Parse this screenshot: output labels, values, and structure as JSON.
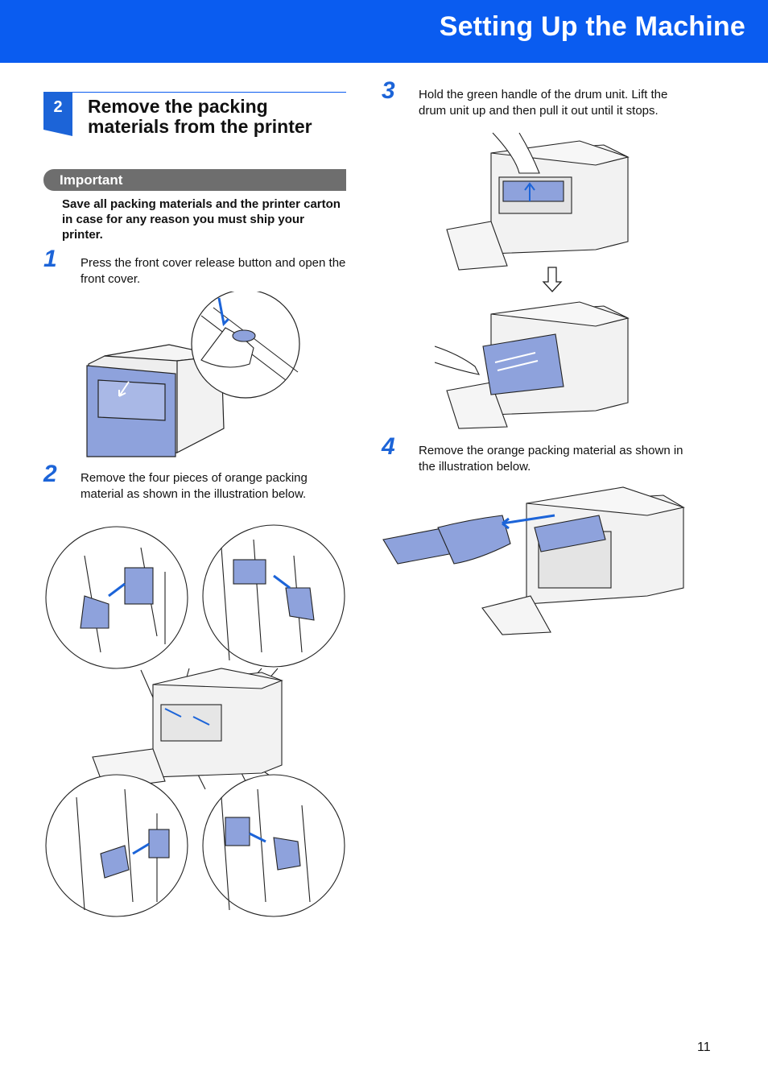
{
  "header": {
    "title": "Setting Up the Machine"
  },
  "section": {
    "number": "2",
    "title": "Remove the packing materials from the printer"
  },
  "important": {
    "label": "Important",
    "text": "Save all packing materials and the printer carton in case for any reason you must ship your printer."
  },
  "steps": [
    {
      "number": "1",
      "text": "Press the front cover release button and open the front cover."
    },
    {
      "number": "2",
      "text": "Remove the four pieces of orange packing material as shown in the illustration below."
    },
    {
      "number": "3",
      "text": "Hold the green handle of the drum unit. Lift the drum unit up and then pull it out until it stops."
    },
    {
      "number": "4",
      "text": "Remove the orange packing material as shown in the illustration below."
    }
  ],
  "page_number": "11",
  "colors": {
    "brand_blue": "#0a5cf0",
    "highlight_blue": "#8ea2dc",
    "important_gray": "#6e6e6e"
  }
}
